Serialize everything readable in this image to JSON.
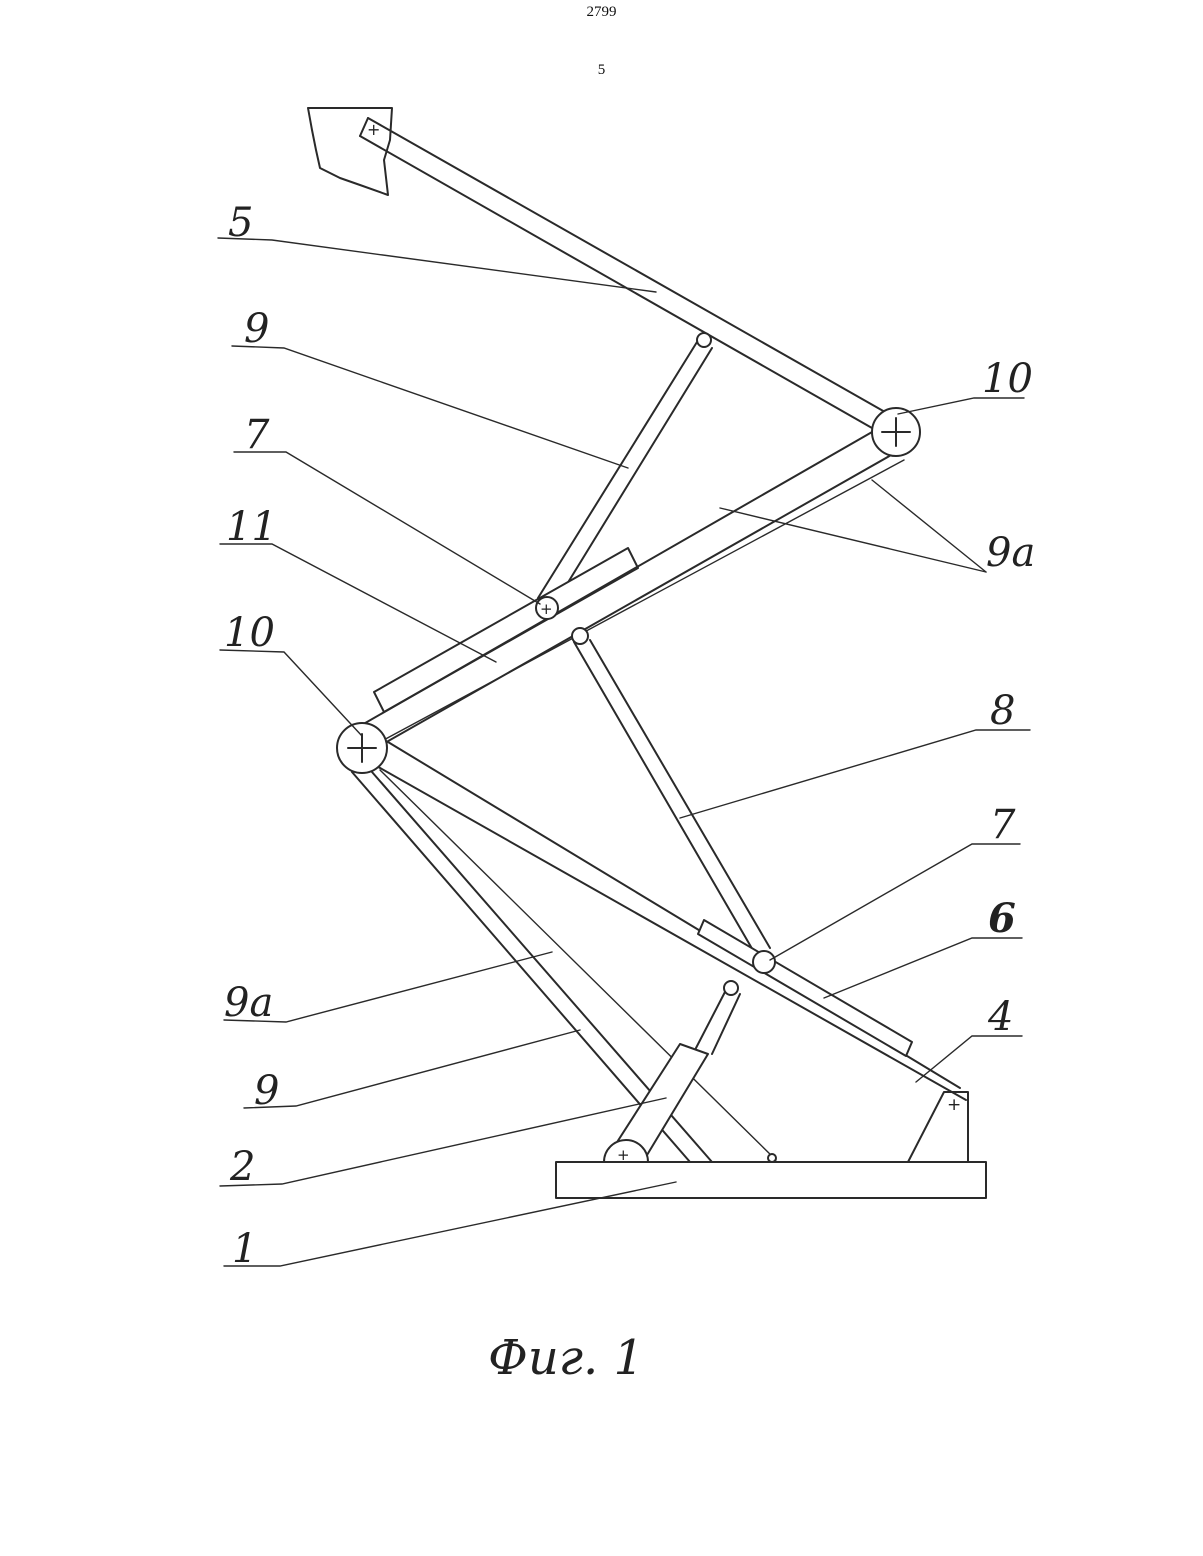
{
  "header": {
    "page_code": "2799",
    "page_number": "5"
  },
  "labels": {
    "l5": "5",
    "l9_top": "9",
    "l7_top": "7",
    "l11": "11",
    "l10_left": "10",
    "l10_right": "10",
    "l9a_right": "9а",
    "l8": "8",
    "l7_bottom": "7",
    "l6": "6",
    "l4": "4",
    "l9a_left": "9а",
    "l9_bottom": "9",
    "l2": "2",
    "l1": "1"
  },
  "caption": "Фиг. 1"
}
